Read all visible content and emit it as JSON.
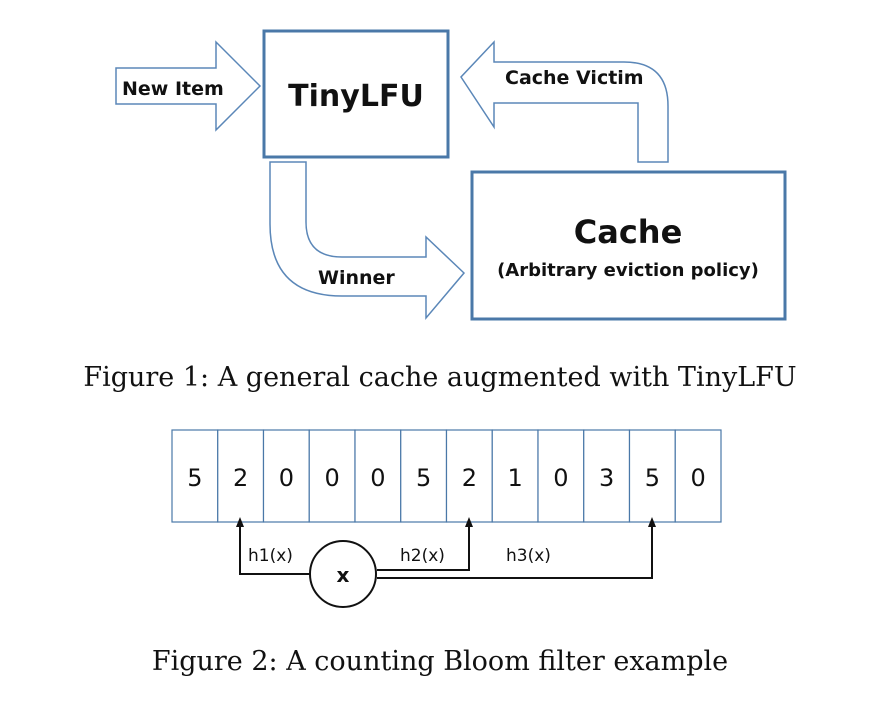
{
  "figure1": {
    "new_item_label": "New Item",
    "tinylfu_label": "TinyLFU",
    "cache_victim_label": "Cache Victim",
    "cache_title": "Cache",
    "cache_subtitle": "(Arbitrary eviction policy)",
    "winner_label": "Winner",
    "caption": "Figure 1:  A general cache augmented with TinyLFU"
  },
  "figure2": {
    "counters": [
      "5",
      "2",
      "0",
      "0",
      "0",
      "5",
      "2",
      "1",
      "0",
      "3",
      "5",
      "0"
    ],
    "item_label": "x",
    "hash_labels": [
      "h1(x)",
      "h2(x)",
      "h3(x)"
    ],
    "caption": "Figure 2:  A counting Bloom filter example"
  },
  "colors": {
    "box_border": "#4a78a8",
    "arrow_border": "#5b87b8",
    "line": "#111111"
  }
}
